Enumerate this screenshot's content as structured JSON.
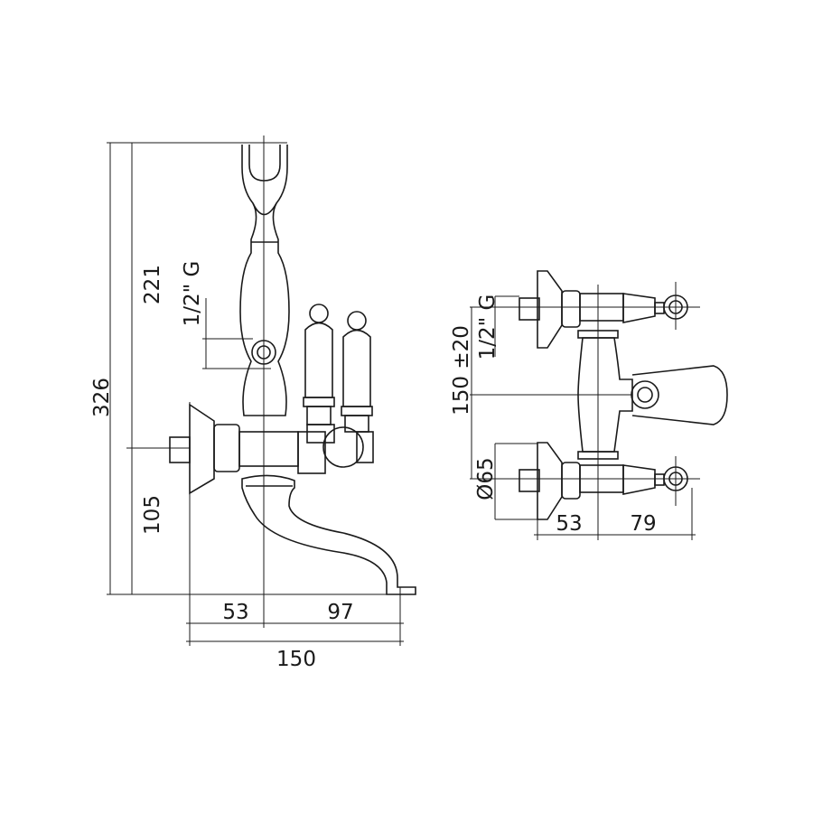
{
  "side_view": {
    "dim_total_height": "326",
    "dim_upper_height": "221",
    "dim_lower_height": "105",
    "dim_thread": "1/2\" G",
    "dim_wall_to_center": "53",
    "dim_center_to_spout": "97",
    "dim_total_depth": "150"
  },
  "front_view": {
    "dim_thread": "1/2\" G",
    "dim_inlet_spacing": "150 ±20",
    "dim_flange_diameter": "Ø65",
    "dim_wall_to_center": "53",
    "dim_center_to_front": "79"
  }
}
